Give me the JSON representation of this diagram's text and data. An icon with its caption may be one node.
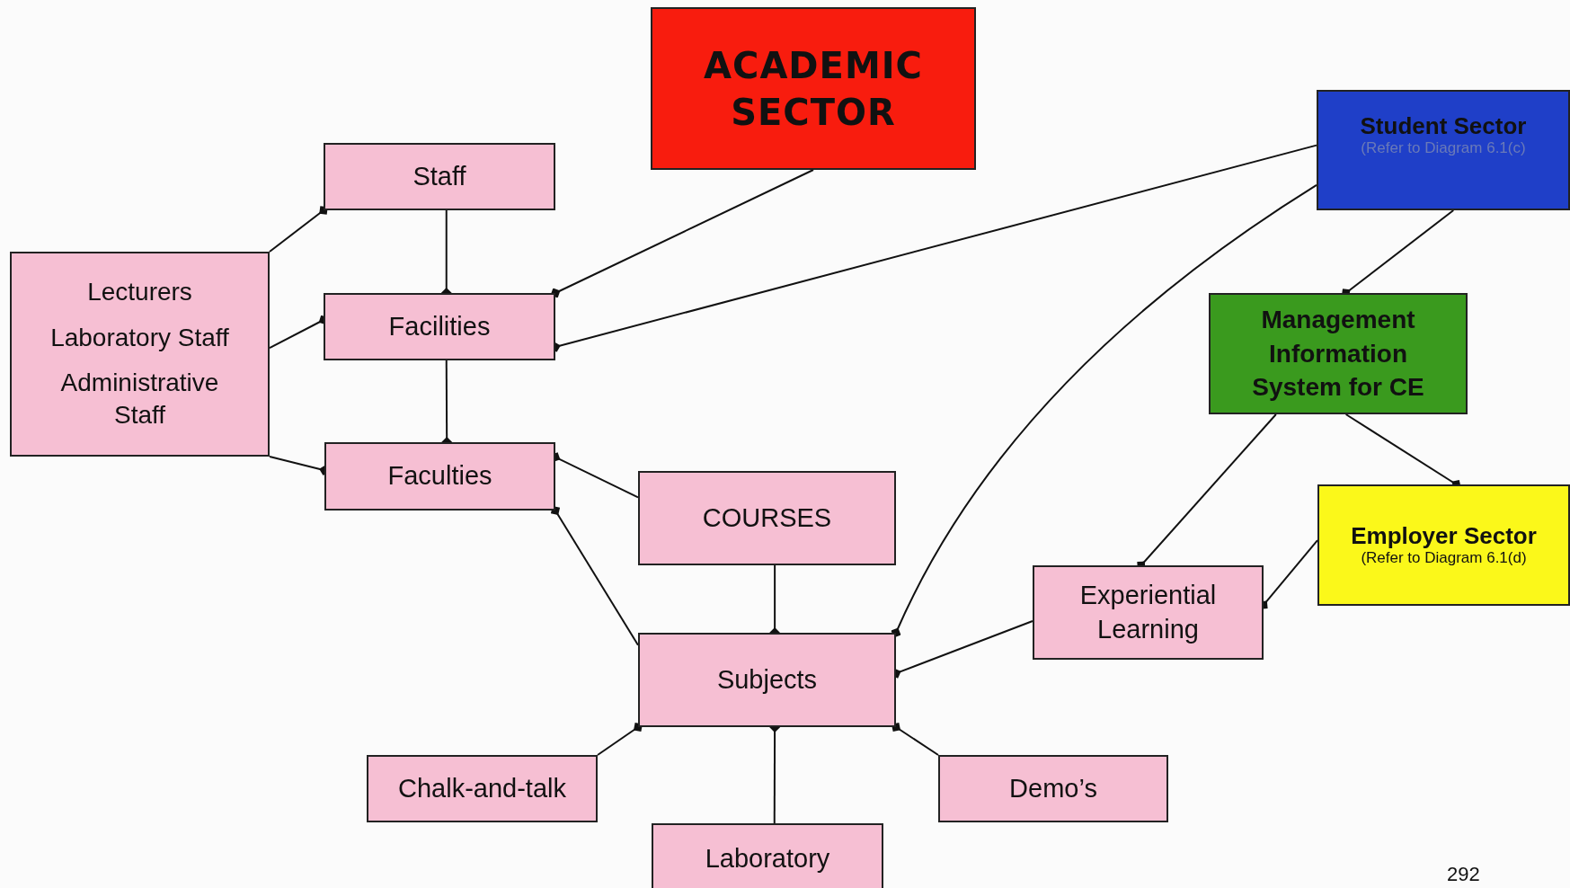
{
  "diagram": {
    "nodes": [
      {
        "text": [
          "ACADEMIC SECTOR"
        ]
      },
      {
        "text": [
          "Student Sector",
          "(Refer to Diagram 6.1(c)"
        ]
      },
      {
        "text": [
          "Staff"
        ]
      },
      {
        "text": [
          "Lecturers",
          "Laboratory Staff",
          "Administrative Staff"
        ]
      },
      {
        "text": [
          "Facilities"
        ]
      },
      {
        "text": [
          "Management Information System for CE"
        ]
      },
      {
        "text": [
          "Faculties"
        ]
      },
      {
        "text": [
          "COURSES"
        ]
      },
      {
        "text": [
          "Employer Sector",
          "(Refer to Diagram 6.1(d)"
        ]
      },
      {
        "text": [
          "Experiential Learning"
        ]
      },
      {
        "text": [
          "Subjects"
        ]
      },
      {
        "text": [
          "Chalk-and-talk"
        ]
      },
      {
        "text": [
          "Demo’s"
        ]
      },
      {
        "text": [
          "Laboratory"
        ]
      }
    ],
    "edges": [
      {
        "from": 3,
        "to": 2,
        "arrow": "other"
      },
      {
        "from": 3,
        "to": 4,
        "arrow": "other"
      },
      {
        "from": 3,
        "to": 6,
        "arrow": "other"
      },
      {
        "from": 2,
        "to": 4,
        "arrow": "other"
      },
      {
        "from": 4,
        "to": 6,
        "arrow": "other"
      },
      {
        "from": 0,
        "to": 4,
        "arrow": "other"
      },
      {
        "from": 1,
        "to": 4,
        "arrow": "other"
      },
      {
        "from": 7,
        "to": 6,
        "arrow": "other"
      },
      {
        "from": 10,
        "to": 6,
        "arrow": "other"
      },
      {
        "from": 7,
        "to": 10,
        "arrow": "other"
      },
      {
        "from": 1,
        "to": 10,
        "arrow": "other"
      },
      {
        "from": 9,
        "to": 10,
        "arrow": "other"
      },
      {
        "from": 11,
        "to": 10,
        "arrow": "other"
      },
      {
        "from": 13,
        "to": 10,
        "arrow": "other"
      },
      {
        "from": 12,
        "to": 10,
        "arrow": "other"
      },
      {
        "from": 1,
        "to": 5,
        "arrow": "other"
      },
      {
        "from": 5,
        "to": 9,
        "arrow": "other"
      },
      {
        "from": 5,
        "to": 8,
        "arrow": "other"
      },
      {
        "from": 8,
        "to": 9,
        "arrow": "other"
      }
    ],
    "labels": [
      "292"
    ]
  }
}
